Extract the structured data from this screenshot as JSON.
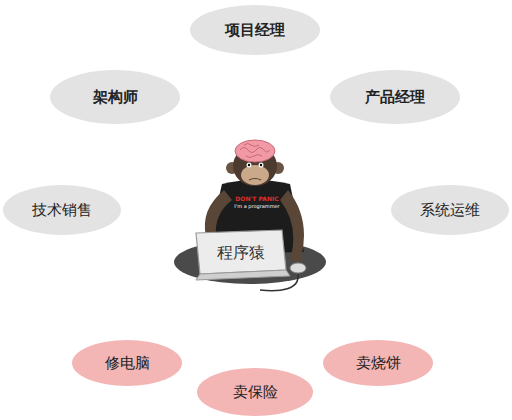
{
  "diagram": {
    "nodes": [
      {
        "text": [
          "项目经理"
        ]
      },
      {
        "text": [
          "架构师"
        ]
      },
      {
        "text": [
          "产品经理"
        ]
      },
      {
        "text": [
          "技术销售"
        ]
      },
      {
        "text": [
          "系统运维"
        ]
      },
      {
        "text": [
          "修电脑"
        ]
      },
      {
        "text": [
          "卖烧饼"
        ]
      },
      {
        "text": [
          "卖保险"
        ]
      }
    ],
    "labels": [
      "DON'T PANIC",
      "I'm a programmer",
      "程序猿"
    ]
  }
}
